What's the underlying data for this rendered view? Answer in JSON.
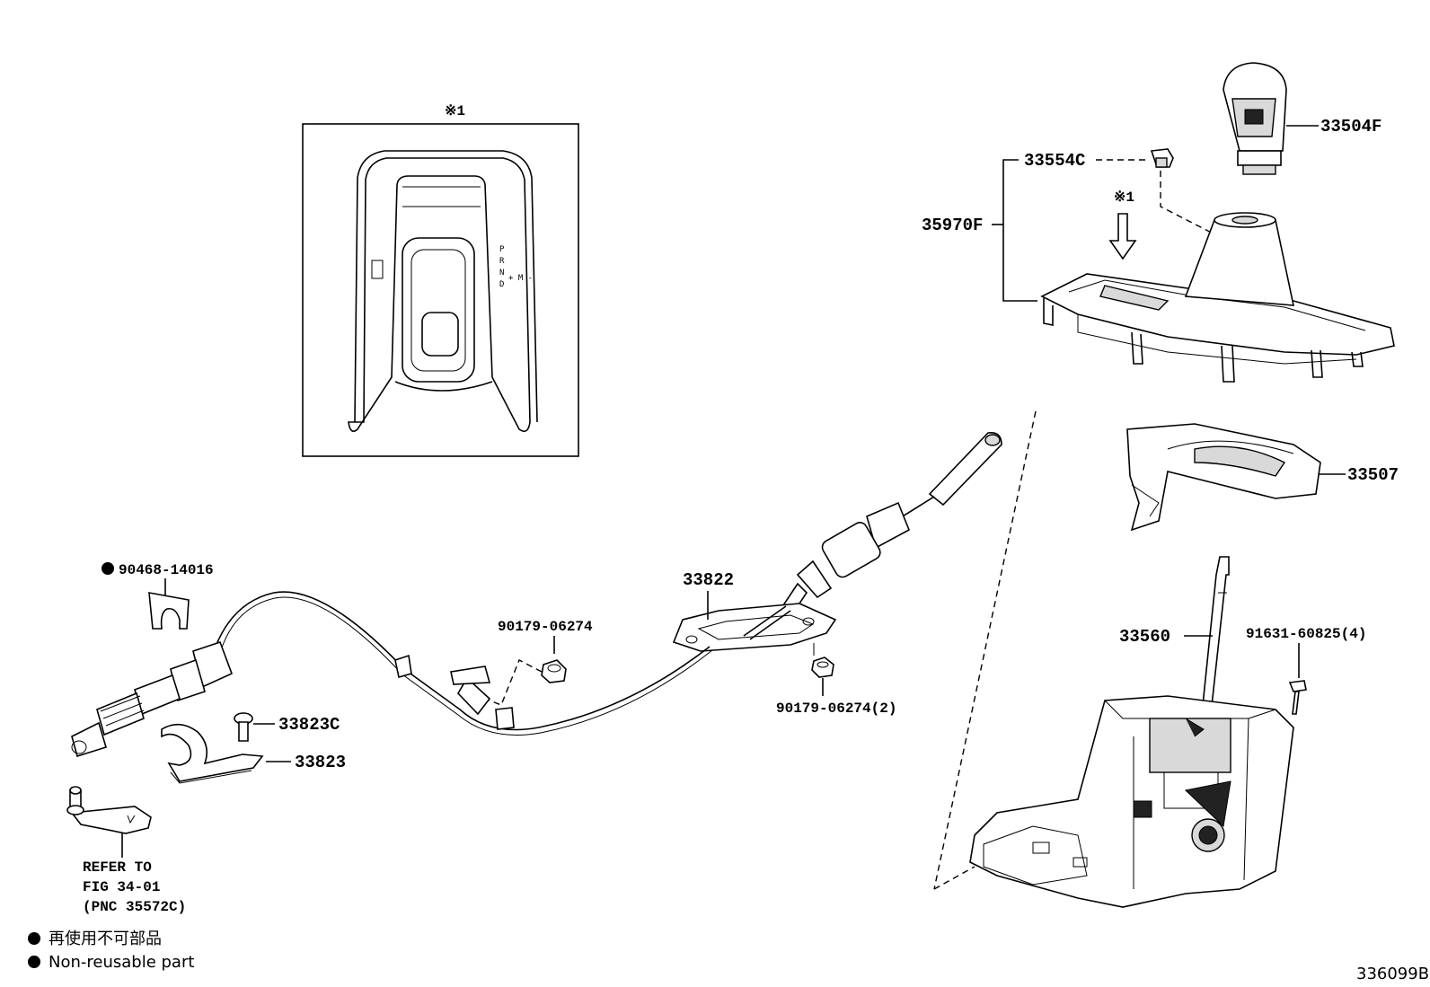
{
  "inset": {
    "marker": "※1",
    "gate_letters": [
      "P",
      "R",
      "N",
      "D"
    ],
    "gate_extra": "+ M -"
  },
  "arrow_marker": "※1",
  "parts": {
    "p33504F": "33504F",
    "p33554C": "33554C",
    "p35970F": "35970F",
    "p33507": "33507",
    "p33560": "33560",
    "p91631": "91631-60825(4)",
    "p33822": "33822",
    "p90179a": "90179-06274",
    "p90179b": "90179-06274(2)",
    "p90468": "90468-14016",
    "p33823C": "33823C",
    "p33823": "33823"
  },
  "refer": {
    "line1": "REFER TO",
    "line2": "FIG 34-01",
    "line3": "(PNC 35572C)"
  },
  "legend": {
    "jp": "再使用不可部品",
    "en": "Non-reusable part"
  },
  "figure_code": "336099B"
}
